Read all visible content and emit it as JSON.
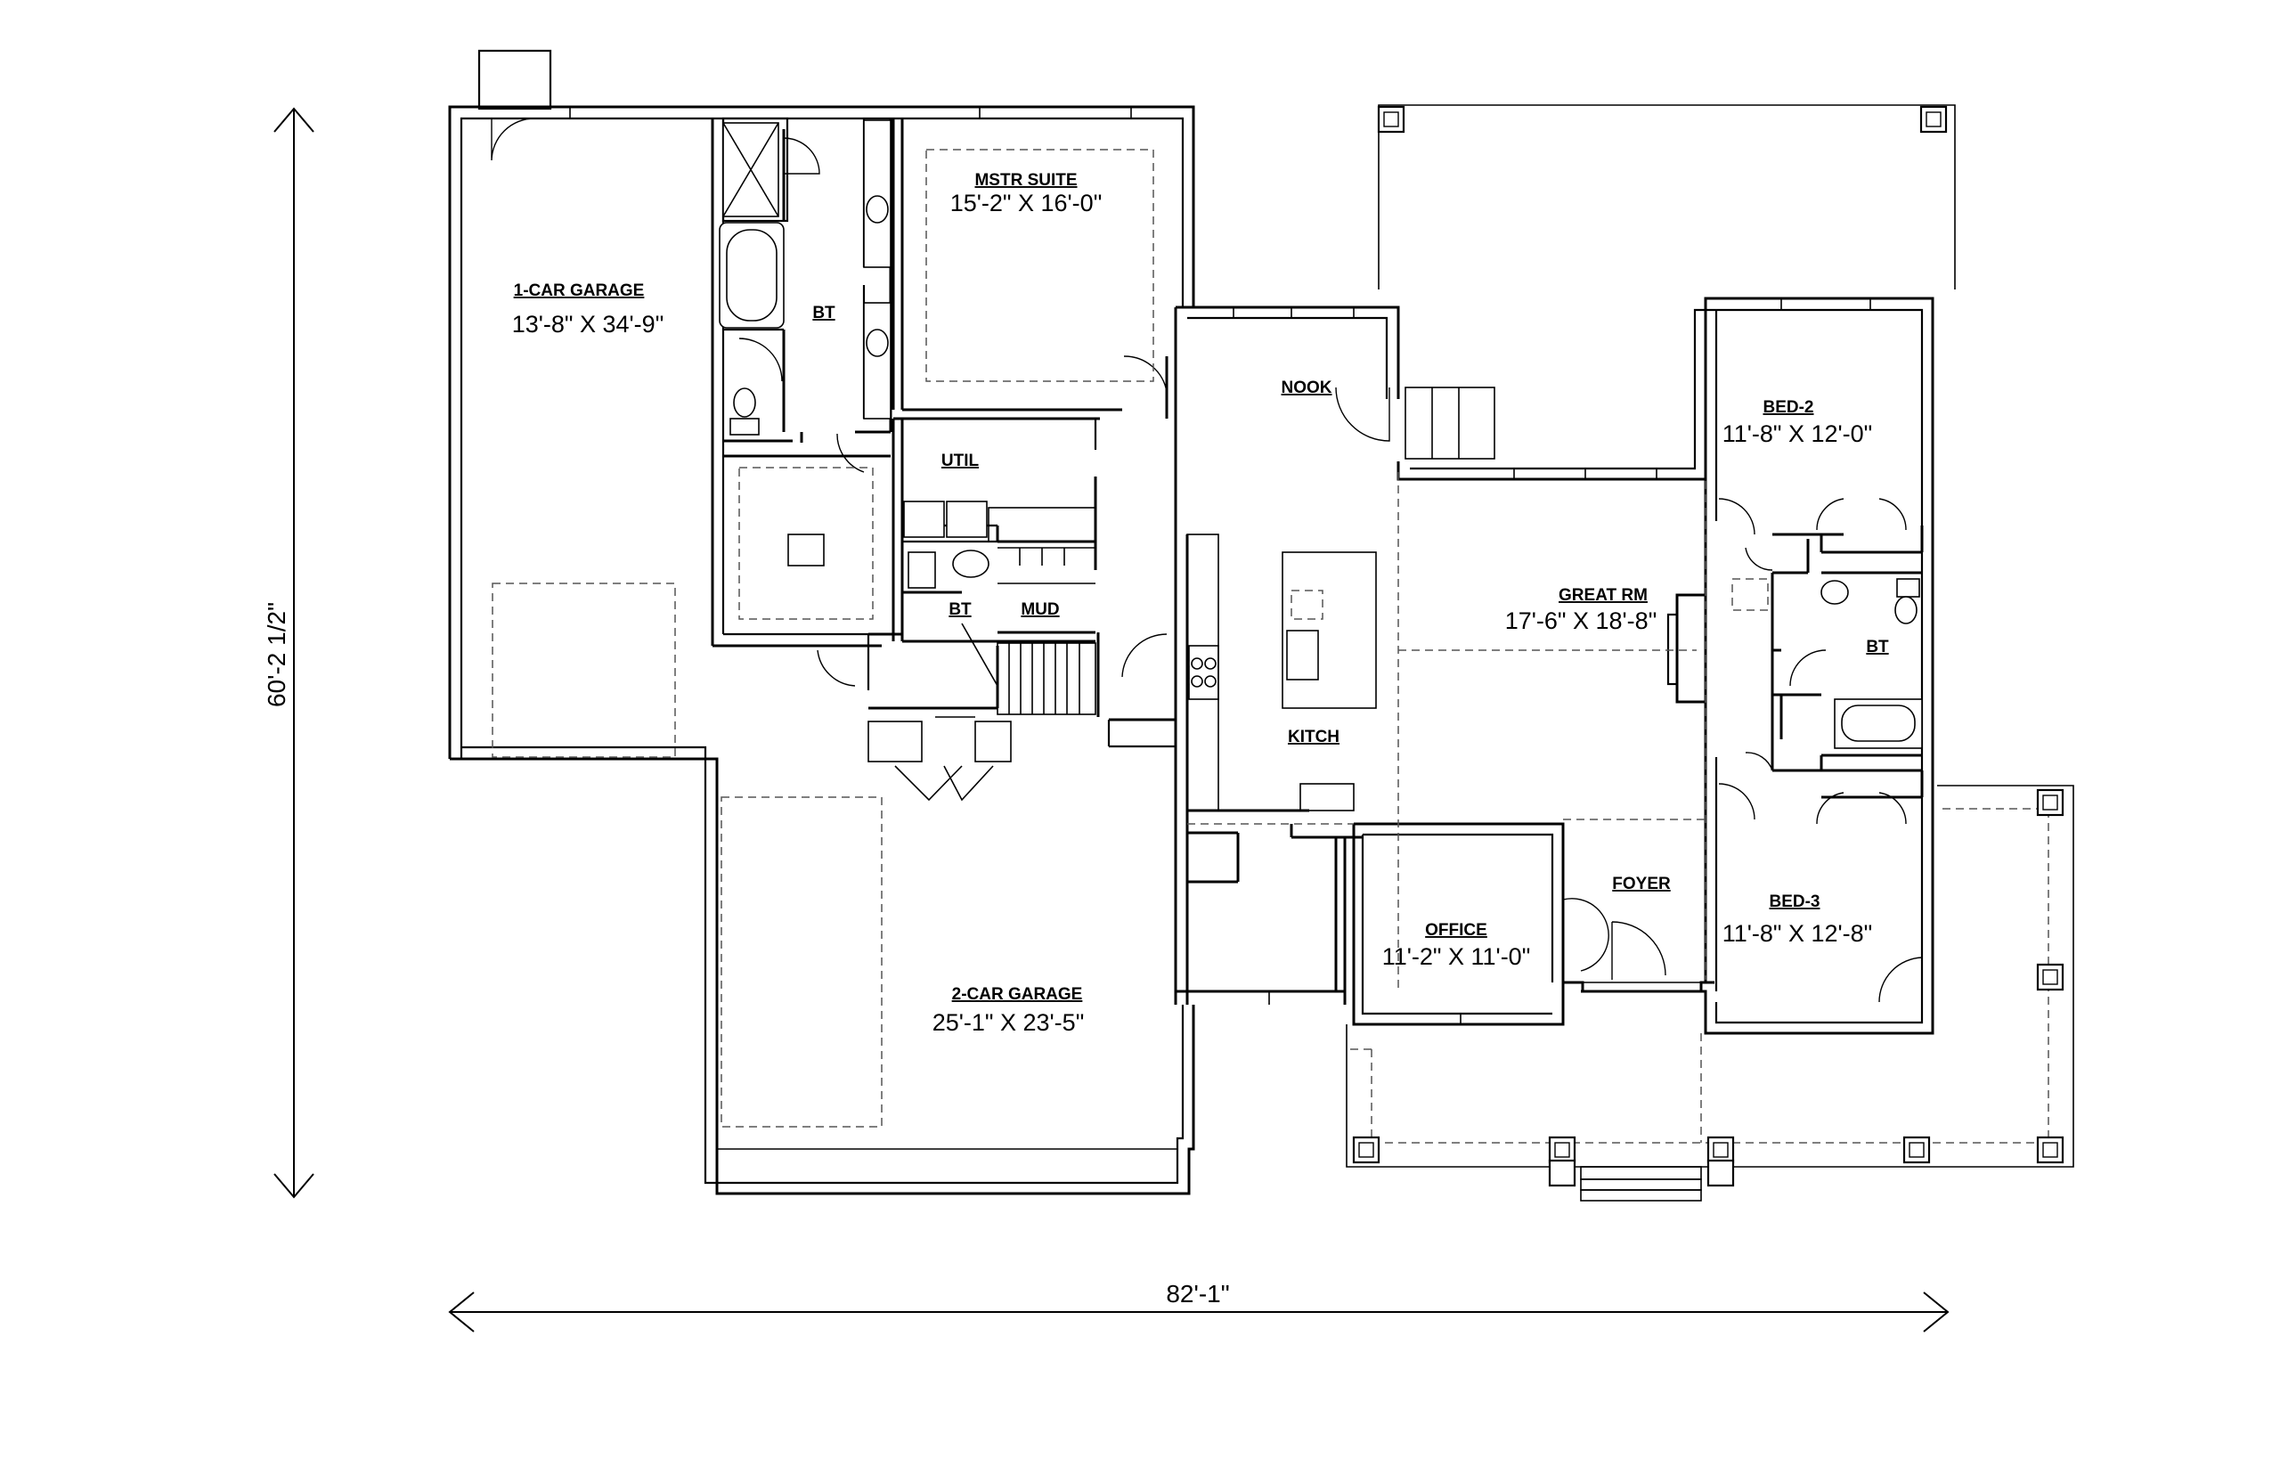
{
  "dimensions": {
    "overall_width": "82'-1\"",
    "overall_depth": "60'-2 1/2\""
  },
  "rooms": {
    "garage1": {
      "name": "1-CAR GARAGE",
      "size": "13'-8\" X 34'-9\""
    },
    "master_suite": {
      "name": "MSTR SUITE",
      "size": "15'-2\" X 16'-0\""
    },
    "master_bath": {
      "name": "BT"
    },
    "util": {
      "name": "UTIL"
    },
    "mud_bath": {
      "name": "BT"
    },
    "mud": {
      "name": "MUD"
    },
    "nook": {
      "name": "NOOK"
    },
    "kitchen": {
      "name": "KITCH"
    },
    "great_room": {
      "name": "GREAT RM",
      "size": "17'-6\" X 18'-8\""
    },
    "bed2": {
      "name": "BED-2",
      "size": "11'-8\" X 12'-0\""
    },
    "hall_bath": {
      "name": "BT"
    },
    "bed3": {
      "name": "BED-3",
      "size": "11'-8\" X 12'-8\""
    },
    "office": {
      "name": "OFFICE",
      "size": "11'-2\" X 11'-0\""
    },
    "foyer": {
      "name": "FOYER"
    },
    "garage2": {
      "name": "2-CAR GARAGE",
      "size": "25'-1\" X 23'-5\""
    }
  }
}
